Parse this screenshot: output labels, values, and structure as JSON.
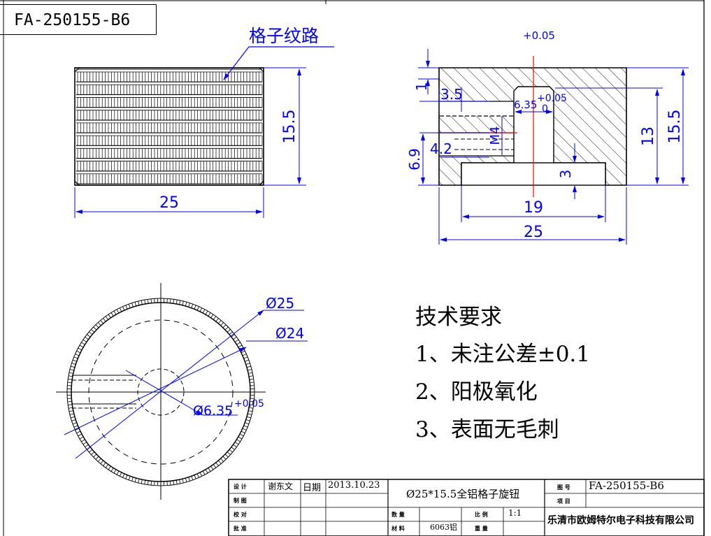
{
  "drawing_number": "FA-250155-B6",
  "knurl_callout": "格子纹路",
  "dimensions": {
    "side_height": "15.5",
    "side_width": "25",
    "tolerance_top": "+0.05",
    "depth_1": "1",
    "step_3_5": "3.5",
    "bore": "6.35",
    "bore_tol_upper": "+0.05",
    "bore_tol_lower": "0",
    "thread": "M4",
    "thread_pos": "4.2",
    "thread_height": "6.9",
    "recess_depth": "3",
    "recess_width": "19",
    "section_width": "25",
    "bore_depth": "13",
    "section_height": "15.5",
    "dia_outer": "Ø25",
    "dia_inner": "Ø24",
    "dia_bore": "Ø6.35",
    "dia_bore_tol": "+0.05"
  },
  "tech_requirements": {
    "title": "技术要求",
    "items": [
      "1、未注公差±0.1",
      "2、阳极氧化",
      "3、表面无毛刺"
    ]
  },
  "title_block": {
    "designer_label": "设  计",
    "designer": "谢东文",
    "date_label": "日期",
    "date": "2013.10.23",
    "draw_label": "制  图",
    "check_label": "校  对",
    "approve_label": "批  准",
    "part_name": "Ø25*15.5全铝格子旋钮",
    "qty_label": "数  量",
    "material_label": "材  料",
    "material": "6063铝",
    "scale_label": "比  例",
    "scale": "1:1",
    "weight_label": "重  量",
    "drawing_no_label": "图  号",
    "drawing_no": "FA-250155-B6",
    "project_label": "项  目",
    "company": "乐清市欧姆特尔电子科技有限公司"
  },
  "colors": {
    "line": "#000000",
    "dimension": "#0000ff",
    "center": "#ff0000"
  }
}
